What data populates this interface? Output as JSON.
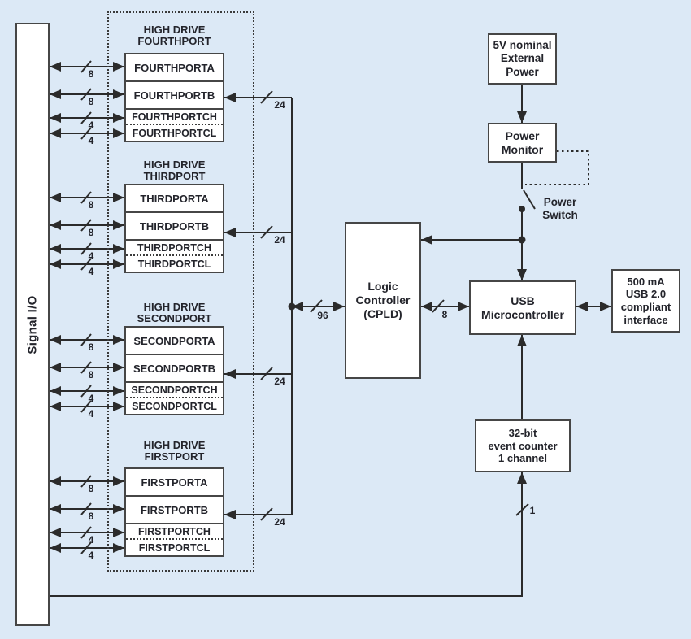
{
  "colors": {
    "background": "#dce9f6",
    "line": "#2b2b2b",
    "box_border": "#464646",
    "box_fill": "#ffffff",
    "text": "#23242b"
  },
  "nodes": {
    "signal_io": "Signal I/O",
    "logic_controller": [
      "Logic",
      "Controller",
      "(CPLD)"
    ],
    "usb_microcontroller": [
      "USB",
      "Microcontroller"
    ],
    "usb_interface": [
      "500 mA",
      "USB 2.0",
      "compliant",
      "interface"
    ],
    "external_power": [
      "5V nominal",
      "External",
      "Power"
    ],
    "power_monitor": [
      "Power",
      "Monitor"
    ],
    "power_switch": [
      "Power",
      "Switch"
    ],
    "event_counter": [
      "32-bit",
      "event counter",
      "1 channel"
    ]
  },
  "groups": [
    {
      "title": [
        "HIGH DRIVE",
        "FOURTHPORT"
      ],
      "bus_width": "24",
      "ports": [
        {
          "name": "FOURTHPORTA",
          "width": "8"
        },
        {
          "name": "FOURTHPORTB",
          "width": "8"
        },
        {
          "name": "FOURTHPORTCH",
          "width": "4"
        },
        {
          "name": "FOURTHPORTCL",
          "width": "4"
        }
      ]
    },
    {
      "title": [
        "HIGH DRIVE",
        "THIRDPORT"
      ],
      "bus_width": "24",
      "ports": [
        {
          "name": "THIRDPORTA",
          "width": "8"
        },
        {
          "name": "THIRDPORTB",
          "width": "8"
        },
        {
          "name": "THIRDPORTCH",
          "width": "4"
        },
        {
          "name": "THIRDPORTCL",
          "width": "4"
        }
      ]
    },
    {
      "title": [
        "HIGH DRIVE",
        "SECONDPORT"
      ],
      "bus_width": "24",
      "ports": [
        {
          "name": "SECONDPORTA",
          "width": "8"
        },
        {
          "name": "SECONDPORTB",
          "width": "8"
        },
        {
          "name": "SECONDPORTCH",
          "width": "4"
        },
        {
          "name": "SECONDPORTCL",
          "width": "4"
        }
      ]
    },
    {
      "title": [
        "HIGH DRIVE",
        "FIRSTPORT"
      ],
      "bus_width": "24",
      "ports": [
        {
          "name": "FIRSTPORTA",
          "width": "8"
        },
        {
          "name": "FIRSTPORTB",
          "width": "8"
        },
        {
          "name": "FIRSTPORTCH",
          "width": "4"
        },
        {
          "name": "FIRSTPORTCL",
          "width": "4"
        }
      ]
    }
  ],
  "buses": {
    "cpld": "96",
    "usb": "8",
    "counter": "1"
  }
}
